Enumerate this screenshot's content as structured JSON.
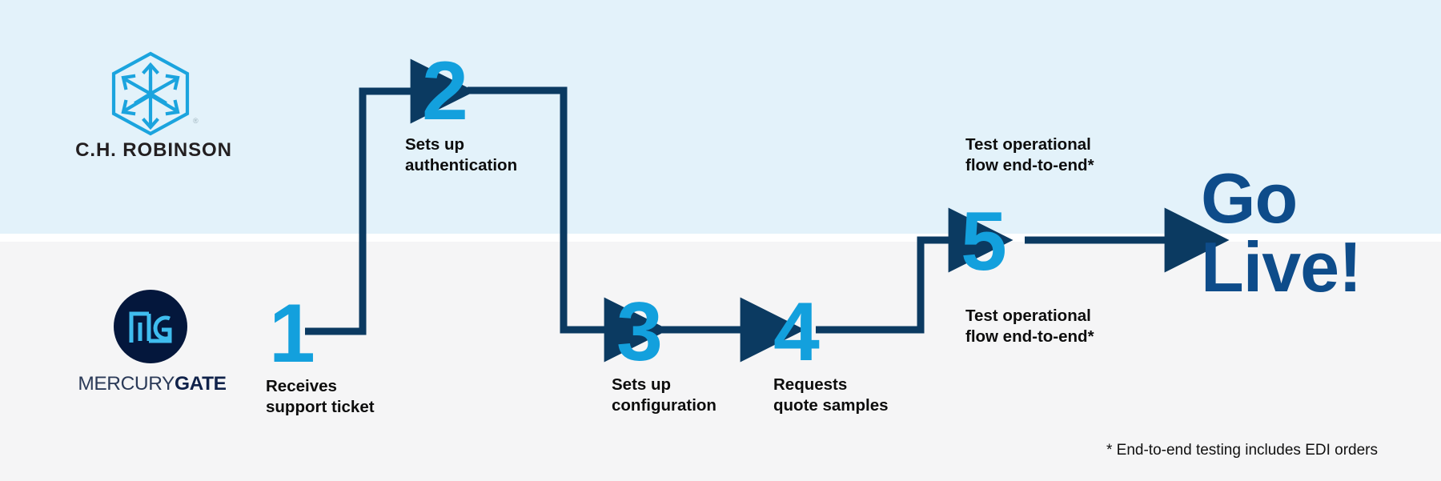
{
  "page": {
    "title": "C.H. Robinson / MercuryGate integration onboarding flow",
    "bg_blue": "#e3f2fa",
    "bg_gray": "#f5f5f6",
    "accent_cyan": "#13a0dd",
    "accent_navy": "#0b3a61",
    "golive_blue": "#0e4c8a"
  },
  "lanes": {
    "top": {
      "owner_logo": "chrobinson-logo"
    },
    "bottom": {
      "owner_logo": "mercurygate-logo"
    }
  },
  "logos": {
    "chrobinson": {
      "name": "C.H. ROBINSON",
      "mark": "hexagon-cube-arrows-icon",
      "registered_mark": "®",
      "mark_color": "#1ba4de",
      "text_color": "#231f20"
    },
    "mercurygate": {
      "name_light": "MERCURY",
      "name_bold": "GATE",
      "mark": "mg-monogram-icon",
      "circle_color": "#04173c",
      "mark_color": "#3fbdef",
      "text_color": "#1b2a4e"
    }
  },
  "steps": [
    {
      "number": "1",
      "label": "Receives\nsupport ticket",
      "lane": "bottom"
    },
    {
      "number": "2",
      "label": "Sets up\nauthentication",
      "lane": "top"
    },
    {
      "number": "3",
      "label": "Sets up\nconfiguration",
      "lane": "bottom"
    },
    {
      "number": "4",
      "label": "Requests\nquote samples",
      "lane": "bottom"
    },
    {
      "number": "5",
      "label_top": "Test operational\nflow end-to-end*",
      "label_bottom": "Test operational\nflow end-to-end*",
      "lane": "both"
    }
  ],
  "outcome": {
    "text": "Go\nLive!"
  },
  "footnote": {
    "text": "* End-to-end testing includes EDI orders"
  }
}
